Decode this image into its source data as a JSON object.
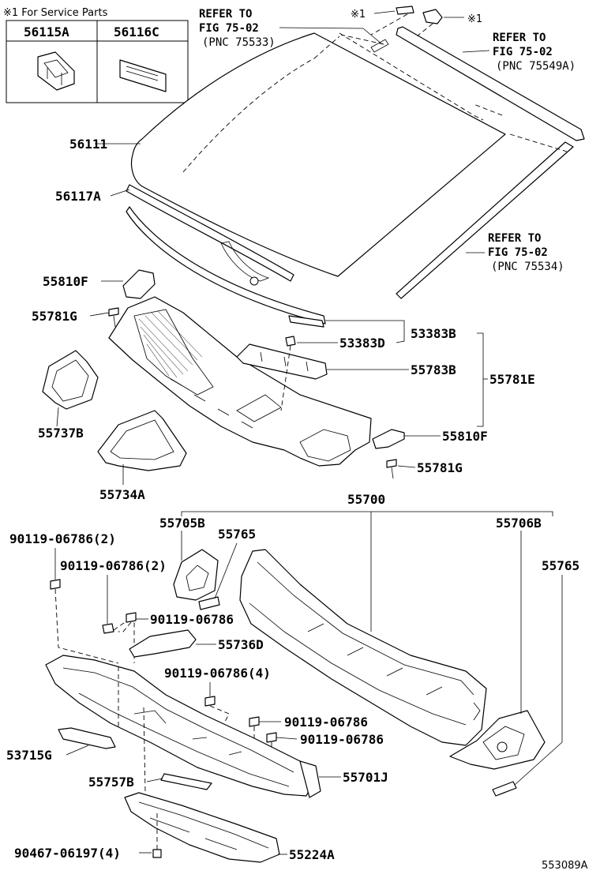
{
  "diagram": {
    "figure_id": "553089A",
    "service_note": "※1 For Service Parts",
    "service_table": {
      "headers": [
        "56115A",
        "56116C"
      ]
    },
    "asterisk_marks": [
      "※1",
      "※1"
    ],
    "references": [
      {
        "line1": "REFER TO",
        "line2": "FIG 75-02",
        "line3": "(PNC 75533)"
      },
      {
        "line1": "REFER TO",
        "line2": "FIG 75-02",
        "line3": "(PNC 75549A)"
      },
      {
        "line1": "REFER TO",
        "line2": "FIG 75-02",
        "line3": "(PNC 75534)"
      }
    ],
    "labels": {
      "p56111": "56111",
      "p56117A": "56117A",
      "p55810F_top": "55810F",
      "p55781G_top": "55781G",
      "p53383B": "53383B",
      "p53383D": "53383D",
      "p55783B": "55783B",
      "p55781E": "55781E",
      "p55810F_mid": "55810F",
      "p55737B": "55737B",
      "p55734A": "55734A",
      "p55781G_mid": "55781G",
      "p55700": "55700",
      "p55705B": "55705B",
      "p55765_left": "55765",
      "p55706B": "55706B",
      "p55765_right": "55765",
      "b1": "90119-06786(2)",
      "b2": "90119-06786(2)",
      "b3": "90119-06786",
      "p55736D": "55736D",
      "b4": "90119-06786(4)",
      "b5": "90119-06786",
      "b6": "90119-06786",
      "p53715G": "53715G",
      "p55757B": "55757B",
      "p55701J": "55701J",
      "b7": "90467-06197(4)",
      "p55224A": "55224A"
    }
  }
}
